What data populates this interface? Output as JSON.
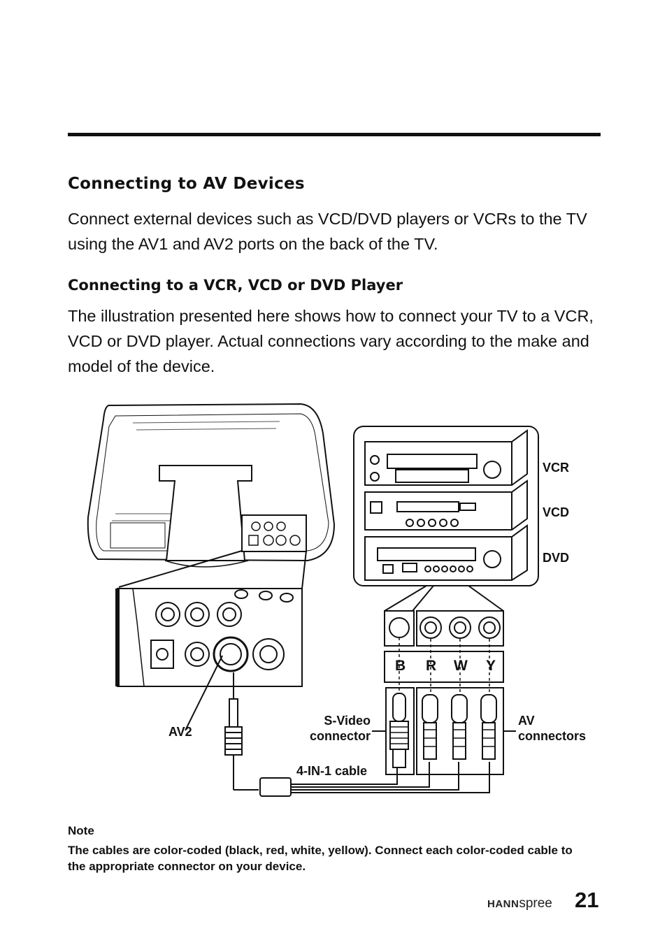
{
  "section": {
    "title": "Connecting to AV Devices",
    "intro": "Connect external devices such as VCD/DVD players or VCRs to the TV using the AV1 and AV2 ports on the back of the TV."
  },
  "subsection": {
    "title": "Connecting to a VCR, VCD or DVD Player",
    "text": "The illustration presented here shows how to connect your TV to a VCR, VCD or DVD player. Actual connections vary according to the make and model of the device."
  },
  "diagram": {
    "devices": [
      "VCR",
      "VCD",
      "DVD"
    ],
    "connector_letters": [
      "B",
      "R",
      "W",
      "Y"
    ],
    "labels": {
      "av2": "AV2",
      "svideo": "S-Video connector",
      "av_connectors": "AV connectors",
      "cable": "4-IN-1 cable"
    }
  },
  "note": {
    "title": "Note",
    "text": "The cables are color-coded (black, red, white, yellow). Connect each color-coded cable to the appropriate connector on your device."
  },
  "footer": {
    "brand_bold": "HANN",
    "brand_light": "spree",
    "page_number": "21"
  }
}
